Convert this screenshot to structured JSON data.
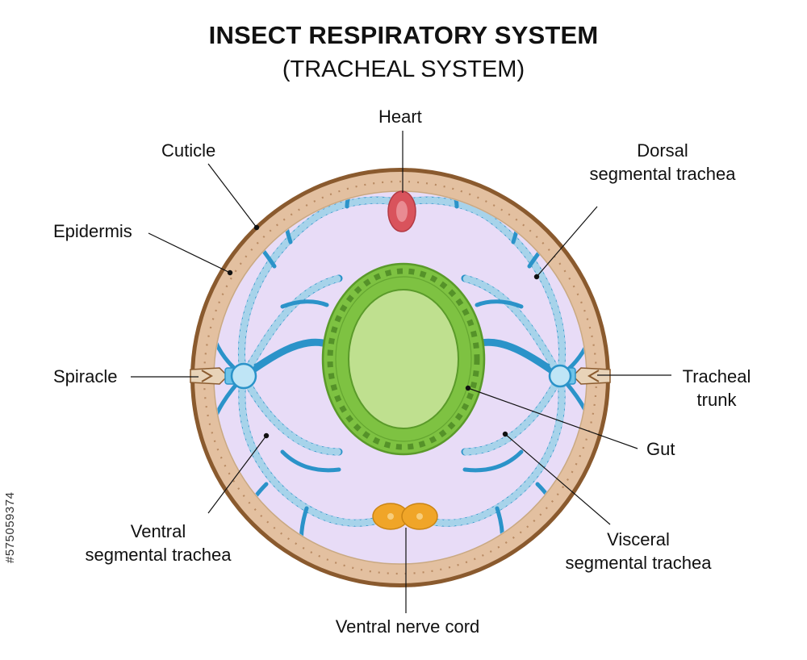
{
  "title": "INSECT RESPIRATORY SYSTEM",
  "subtitle": "(TRACHEAL SYSTEM)",
  "labels": {
    "heart": "Heart",
    "cuticle": "Cuticle",
    "epidermis": "Epidermis",
    "dorsal_line1": "Dorsal",
    "dorsal_line2": "segmental trachea",
    "spiracle": "Spiracle",
    "tracheal_line1": "Tracheal",
    "tracheal_line2": "trunk",
    "gut": "Gut",
    "ventral_line1": "Ventral",
    "ventral_line2": "segmental trachea",
    "visceral_line1": "Visceral",
    "visceral_line2": "segmental trachea",
    "nerve_cord": "Ventral nerve cord"
  },
  "side_id": "#575059374",
  "colors": {
    "cuticle": "#8a5a2e",
    "epidermis": "#e3c0a0",
    "hemocoel": "#e8dcf7",
    "trachea": "#2b93c9",
    "gut_wall": "#7ec242",
    "gut_lumen": "#bfe08f",
    "heart": "#d9535c",
    "nerve_cord": "#f0a528"
  }
}
